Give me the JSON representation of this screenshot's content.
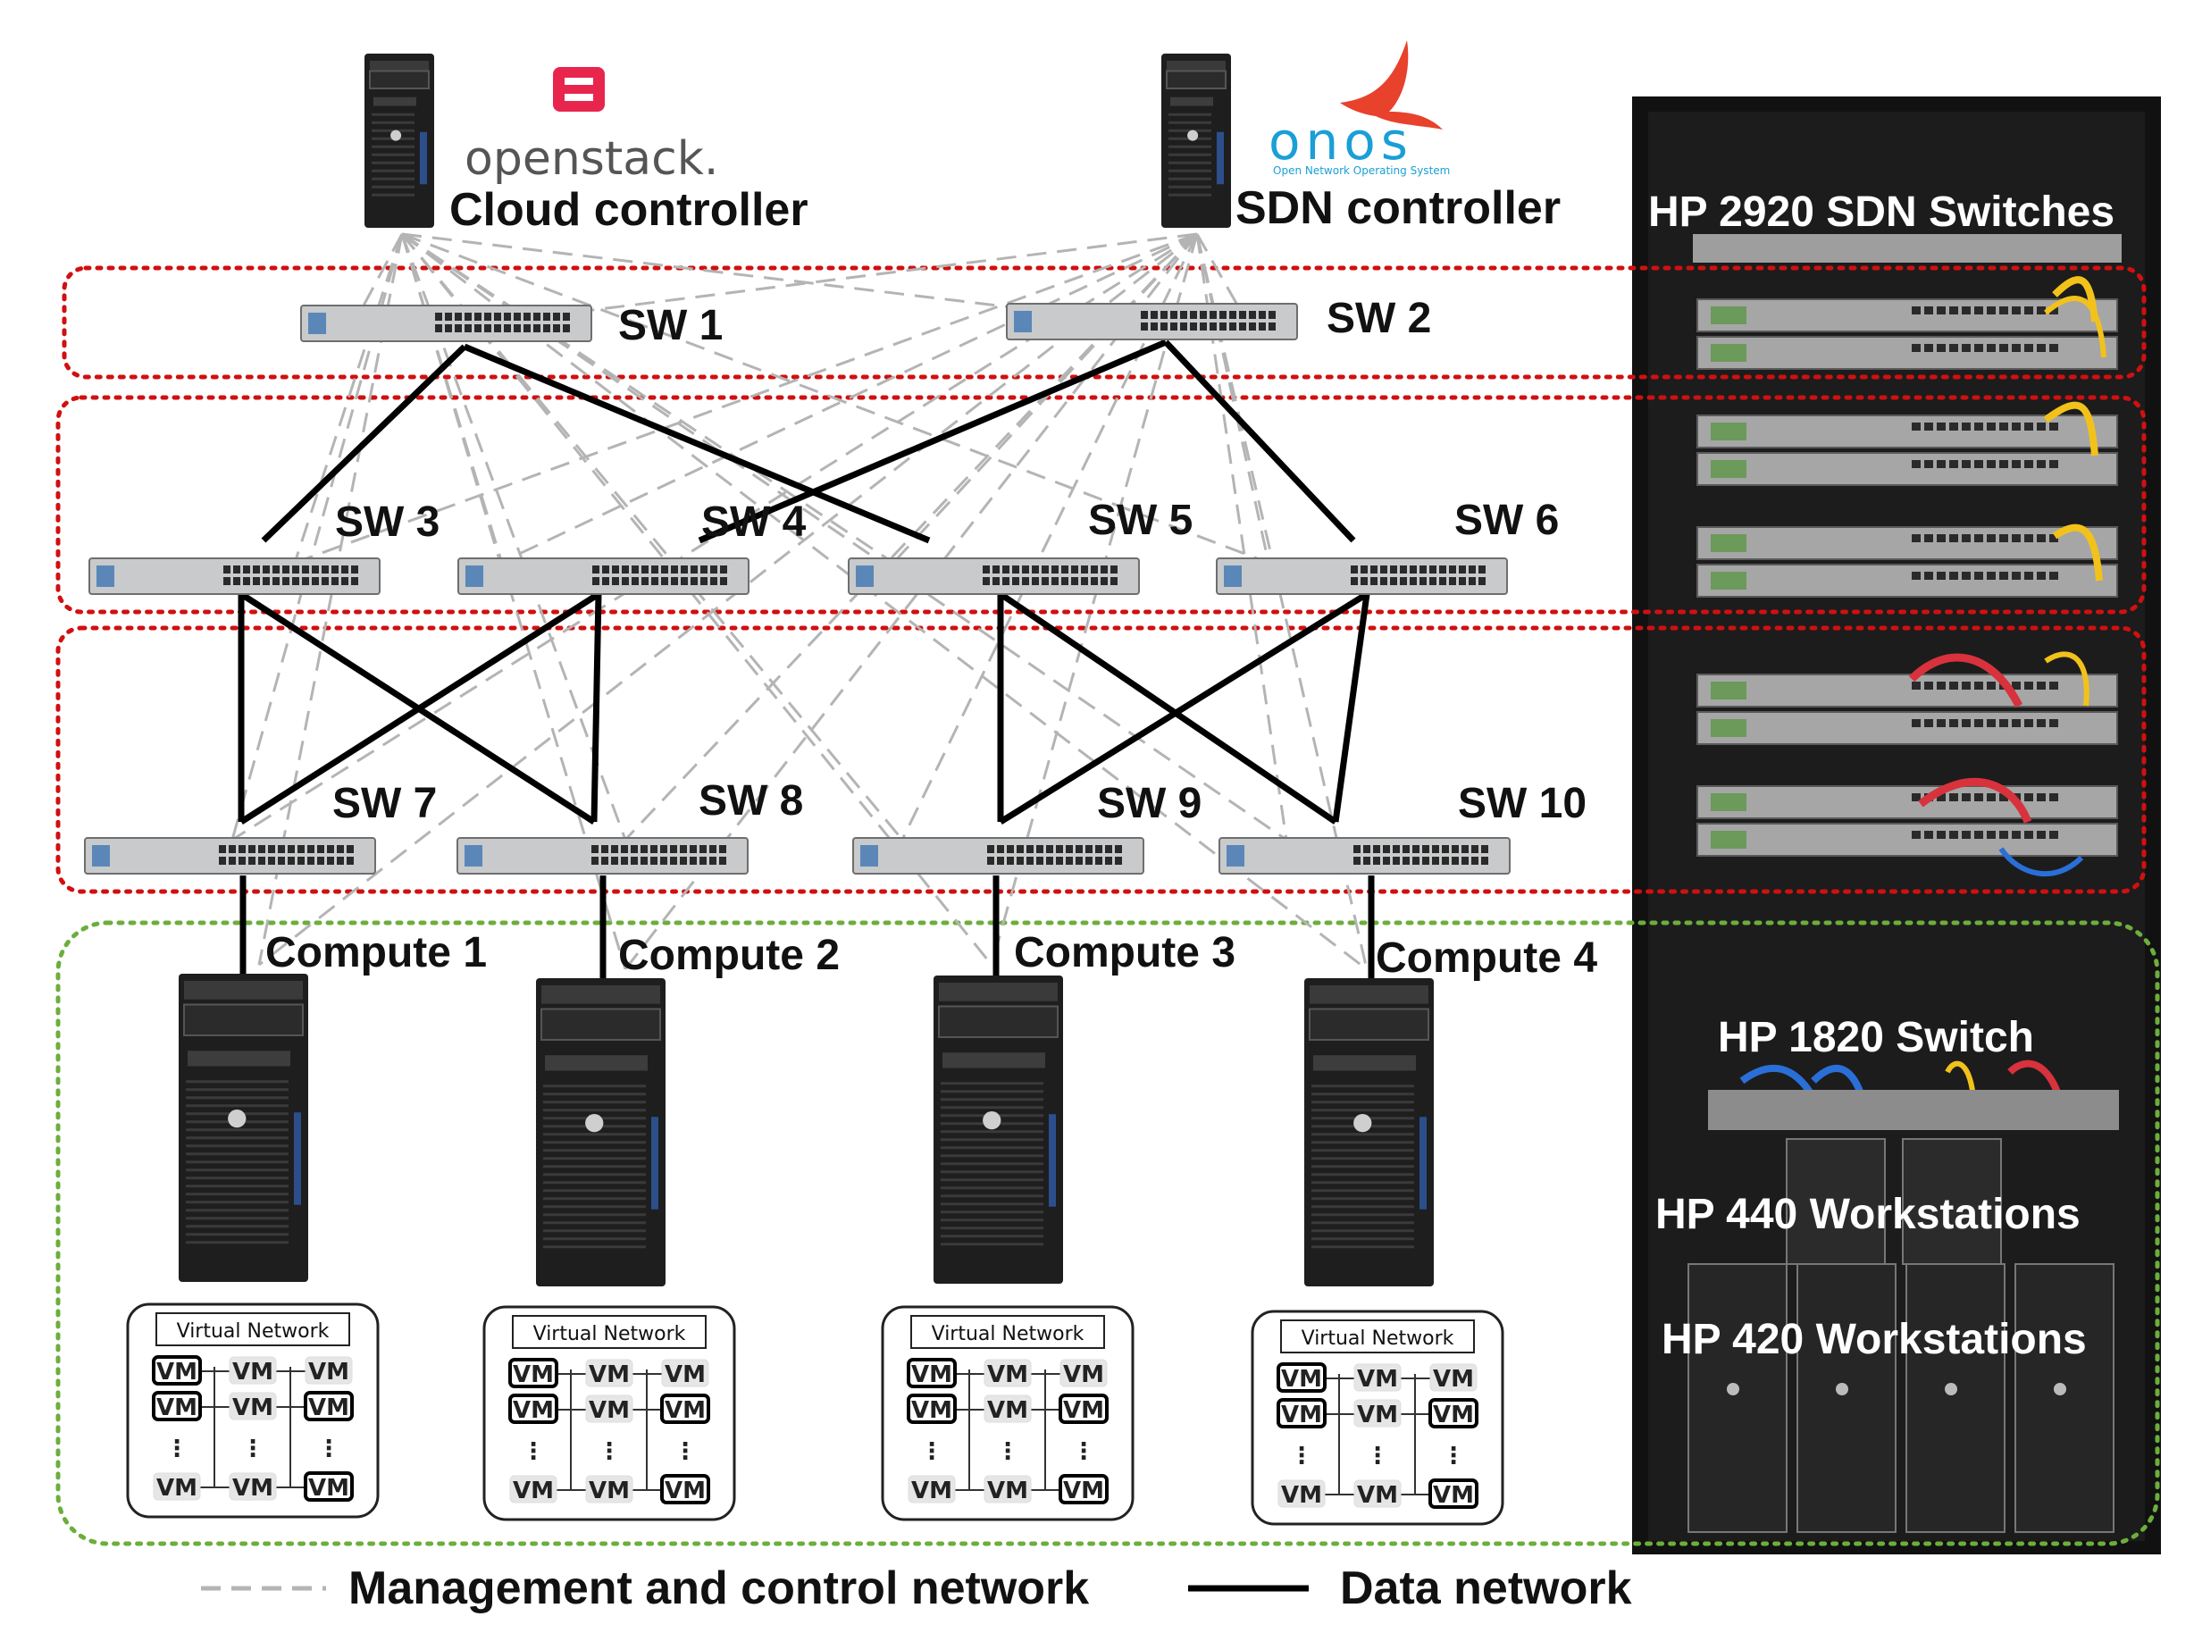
{
  "controllers": {
    "cloud": {
      "label": "Cloud controller",
      "logo_text": "openstack."
    },
    "sdn": {
      "label": "SDN controller",
      "logo_text": "onos",
      "logo_subtext": "Open Network Operating System"
    }
  },
  "switches": [
    {
      "id": "sw1",
      "label": "SW 1"
    },
    {
      "id": "sw2",
      "label": "SW 2"
    },
    {
      "id": "sw3",
      "label": "SW 3"
    },
    {
      "id": "sw4",
      "label": "SW 4"
    },
    {
      "id": "sw5",
      "label": "SW 5"
    },
    {
      "id": "sw6",
      "label": "SW 6"
    },
    {
      "id": "sw7",
      "label": "SW 7"
    },
    {
      "id": "sw8",
      "label": "SW 8"
    },
    {
      "id": "sw9",
      "label": "SW 9"
    },
    {
      "id": "sw10",
      "label": "SW 10"
    }
  ],
  "computes": [
    {
      "label": "Compute 1"
    },
    {
      "label": "Compute 2"
    },
    {
      "label": "Compute 3"
    },
    {
      "label": "Compute 4"
    }
  ],
  "virtual_network": {
    "title": "Virtual Network",
    "vm_label": "VM",
    "ellipsis": "⋮"
  },
  "data_links": [
    [
      "sw1",
      "sw3"
    ],
    [
      "sw1",
      "sw5"
    ],
    [
      "sw2",
      "sw4"
    ],
    [
      "sw2",
      "sw6"
    ],
    [
      "sw3",
      "sw7"
    ],
    [
      "sw3",
      "sw8"
    ],
    [
      "sw4",
      "sw7"
    ],
    [
      "sw4",
      "sw8"
    ],
    [
      "sw5",
      "sw9"
    ],
    [
      "sw5",
      "sw10"
    ],
    [
      "sw6",
      "sw9"
    ],
    [
      "sw6",
      "sw10"
    ]
  ],
  "rack_labels": {
    "sdn_switches": "HP 2920 SDN Switches",
    "mgmt_switch": "HP 1820  Switch",
    "ws440": "HP 440 Workstations",
    "ws420": "HP 420 Workstations"
  },
  "legend": {
    "management": "Management and control network",
    "data": "Data network"
  },
  "colors": {
    "data_link": "#000000",
    "management_link": "#b4b4b4",
    "switch_group_border": "#d01010",
    "compute_group_border": "#6cae3c",
    "openstack_logo": "#e8264d",
    "onos_text": "#1a9fd6",
    "onos_bird": "#e8412c"
  }
}
